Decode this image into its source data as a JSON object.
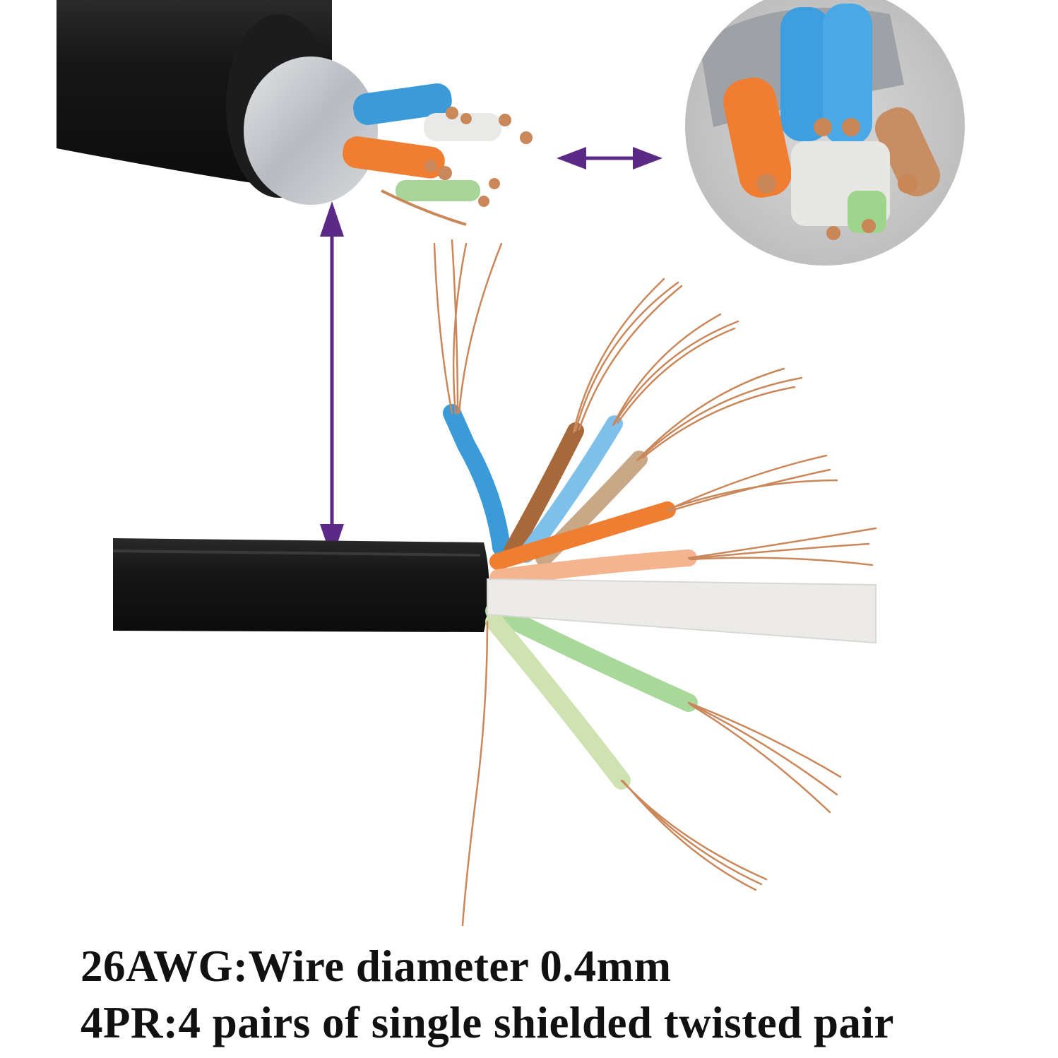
{
  "captions": {
    "line1": "26AWG:Wire diameter 0.4mm",
    "line2": "4PR:4 pairs of single shielded twisted pair"
  },
  "colors": {
    "background": "#ffffff",
    "cable_jacket": "#141414",
    "foil_shield": "#c9ccd0",
    "copper": "#c9875a",
    "arrow": "#5b2a86",
    "wire_blue": "#3b9bd8",
    "wire_orange": "#ef7d32",
    "wire_brown": "#a8693a",
    "wire_green": "#9fd08e",
    "wire_white": "#e6e6e4",
    "caption_text": "#111111"
  },
  "icons": {
    "horizontal_arrow": "double-headed-arrow-horizontal",
    "vertical_arrow": "double-headed-arrow-vertical"
  }
}
